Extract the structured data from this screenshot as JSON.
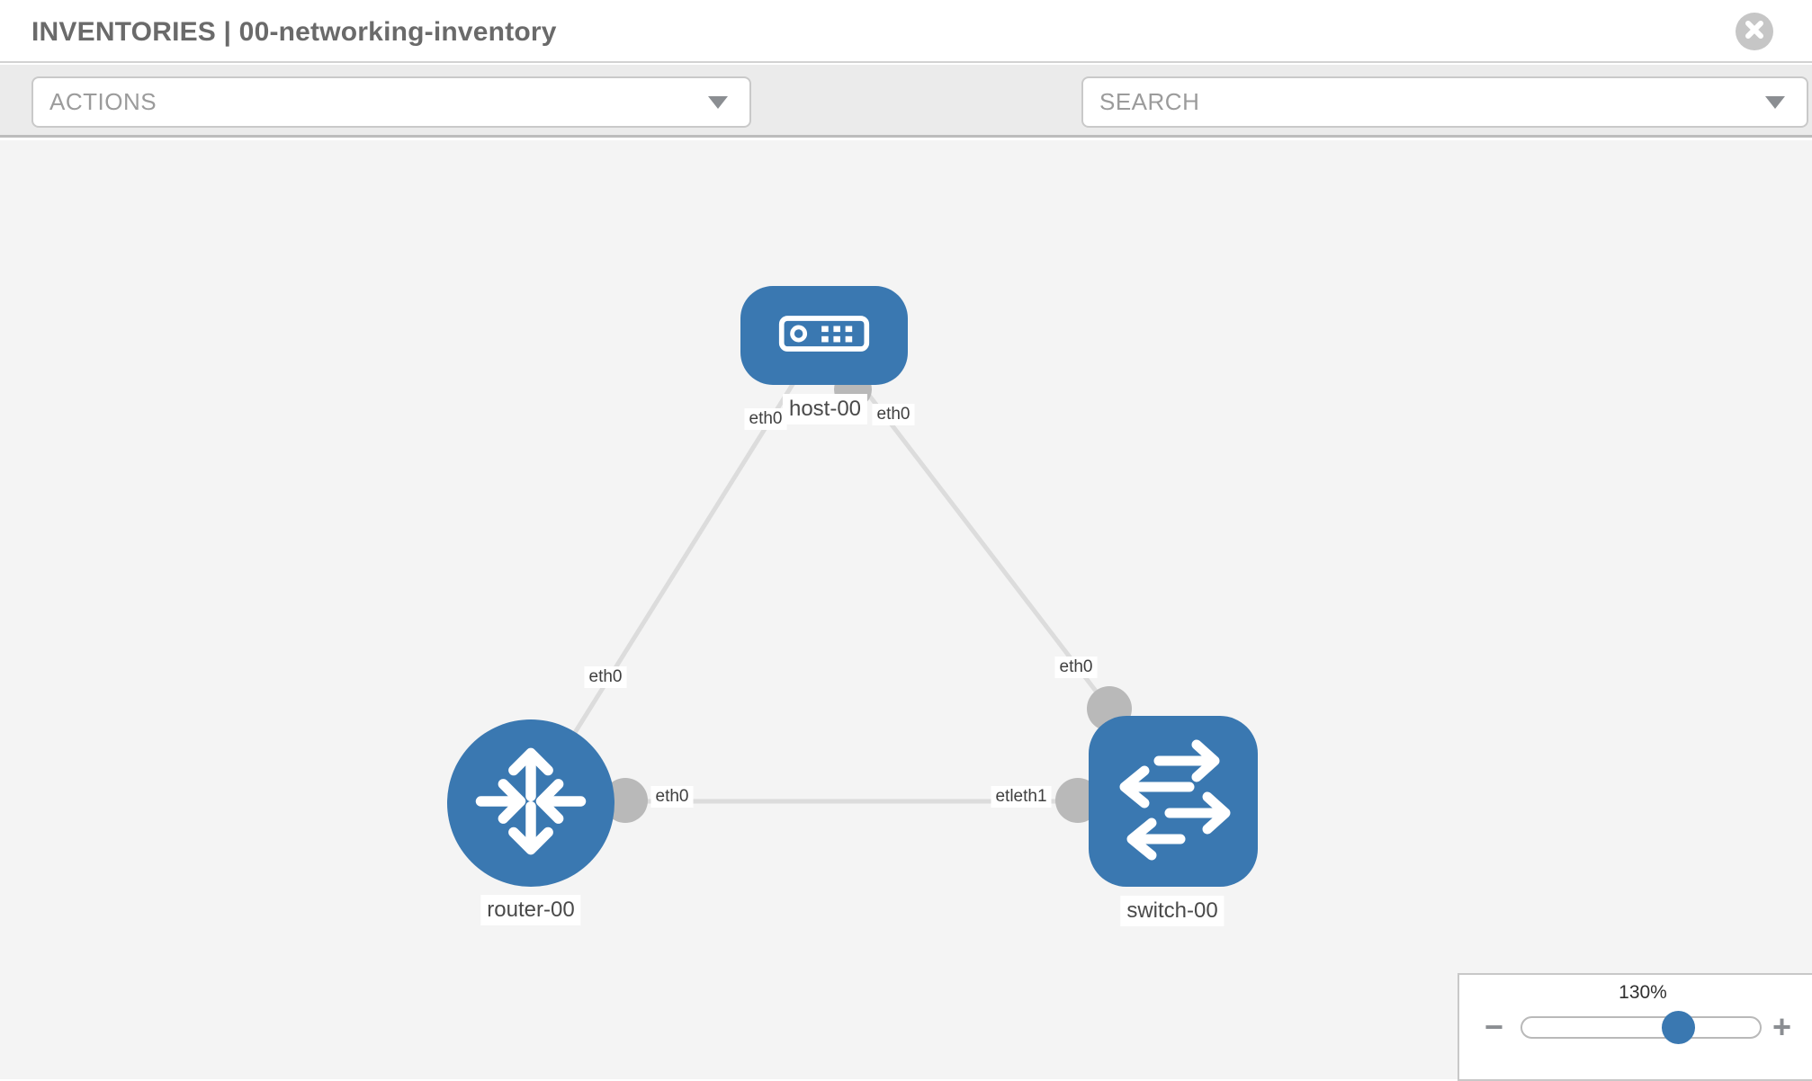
{
  "header": {
    "title": "INVENTORIES | 00-networking-inventory"
  },
  "toolbar": {
    "actions_label": "ACTIONS",
    "search_label": "SEARCH"
  },
  "canvas": {
    "nodes": [
      {
        "name": "host-00",
        "type": "host",
        "icon": "host-device-icon"
      },
      {
        "name": "router-00",
        "type": "router",
        "icon": "router-arrows-icon"
      },
      {
        "name": "switch-00",
        "type": "switch",
        "icon": "switch-arrows-icon"
      }
    ],
    "links": [
      {
        "from": "router-00",
        "to": "host-00"
      },
      {
        "from": "host-00",
        "to": "switch-00"
      },
      {
        "from": "router-00",
        "to": "switch-00"
      }
    ],
    "port_labels": {
      "host_link_left": "eth0",
      "host_link_right": "eth0",
      "router_host_link": "eth0",
      "switch_host_link": "eth0",
      "router_switch_link_left": "eth0",
      "router_switch_link_right": "etleth1"
    }
  },
  "zoom_control": {
    "level": "130%",
    "minus": "−",
    "plus": "+"
  },
  "icons": [
    "close-circle-icon",
    "wrench-icon",
    "key-icon",
    "caret-down-icon",
    "minus-icon",
    "plus-icon"
  ],
  "colors": {
    "node_blue": "#3a78b1",
    "link_gray": "#dcdcdc",
    "endpoint_gray": "#b9b9b9",
    "toolbar_bg": "#ebebeb",
    "canvas_bg": "#f4f4f4",
    "icon_gray": "#8b8e92",
    "title_gray": "#6a6a6a"
  }
}
